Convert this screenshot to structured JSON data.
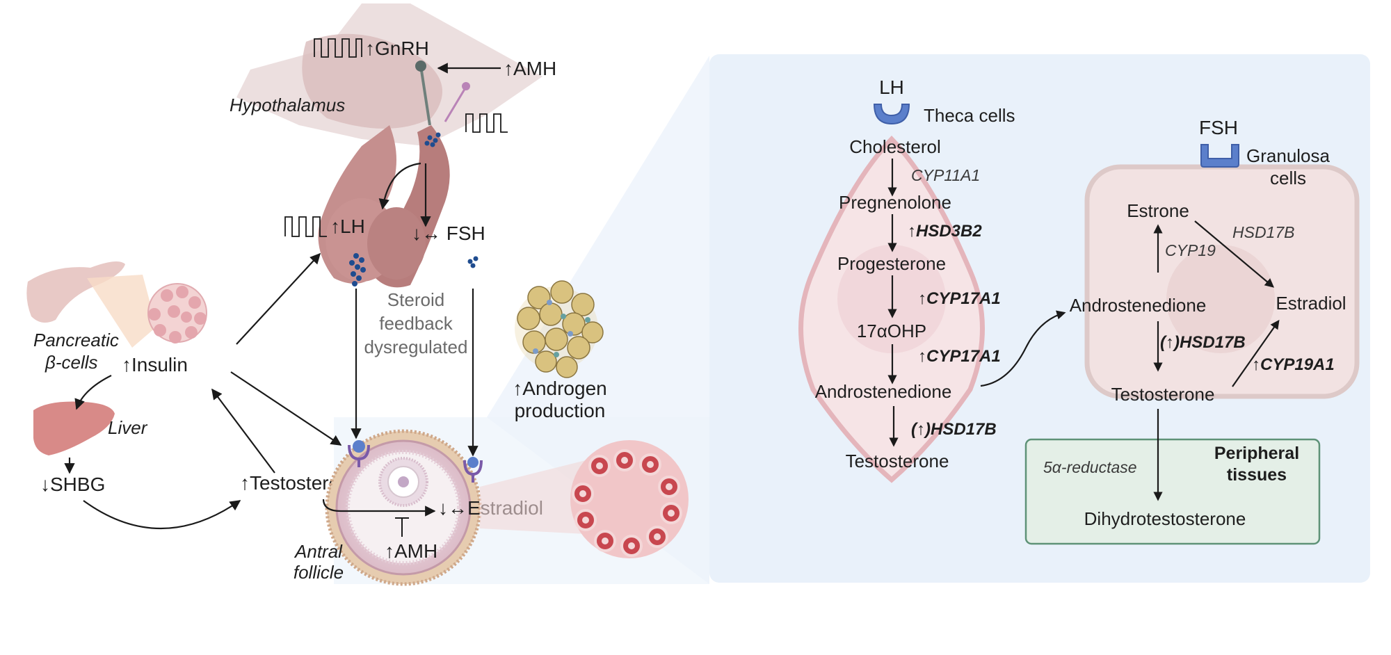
{
  "labels": {
    "gnrh": "↑GnRH",
    "amh_top": "↑AMH",
    "hypothalamus": "Hypothalamus",
    "lh": "↑LH",
    "fsh": "↓↔ FSH",
    "steroid_feedback": [
      "Steroid",
      "feedback",
      "dysregulated"
    ],
    "androgen_production": [
      "↑Androgen",
      "production"
    ],
    "pancreatic": [
      "Pancreatic",
      "β-cells"
    ],
    "insulin": "↑Insulin",
    "liver": "Liver",
    "shbg": "↓SHBG",
    "testosterone_left": "↑Testosterone",
    "estradiol_left": "↓↔Estradiol",
    "amh_follicle": "↑AMH",
    "antral_follicle": [
      "Antral",
      "follicle"
    ]
  },
  "theca": {
    "hormone": "LH",
    "cells": "Theca cells",
    "steps": [
      "Cholesterol",
      "Pregnenolone",
      "Progesterone",
      "17αOHP",
      "Androstenedione",
      "Testosterone"
    ],
    "enzymes": [
      "CYP11A1",
      "↑HSD3B2",
      "↑CYP17A1",
      "↑CYP17A1",
      "(↑)HSD17B"
    ]
  },
  "granulosa": {
    "hormone": "FSH",
    "cells": [
      "Granulosa",
      "cells"
    ],
    "estrone": "Estrone",
    "androstenedione": "Androstenedione",
    "estradiol": "Estradiol",
    "testosterone": "Testosterone",
    "cyp19": "CYP19",
    "hsd17b": "HSD17B",
    "hsd17b_up": "(↑)HSD17B",
    "cyp19a1_up": "↑CYP19A1"
  },
  "peripheral": {
    "title": [
      "Peripheral",
      "tissues"
    ],
    "enzyme": "5α-reductase",
    "product": "Dihydrotestosterone"
  },
  "colors": {
    "panel_bg": "#e9f1fa",
    "theca_fill": "#f6e4e6",
    "theca_stroke": "#e4b5bb",
    "granulosa_fill": "#f2e2e2",
    "granulosa_stroke": "#ddc9c8",
    "peripheral_fill": "#e4efe7",
    "peripheral_stroke": "#5e9277",
    "receptor": "#5b7fcb"
  }
}
